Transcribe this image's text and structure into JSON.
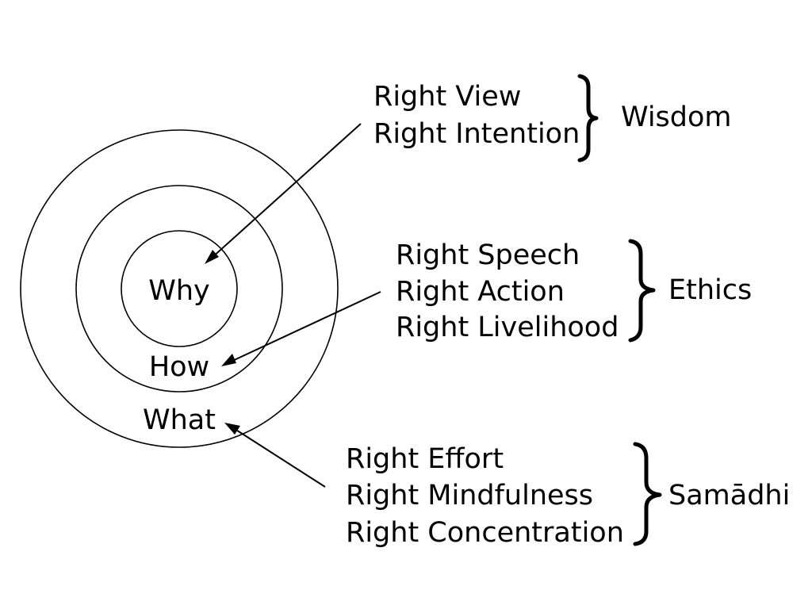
{
  "circles": {
    "inner_label": "Why",
    "middle_label": "How",
    "outer_label": "What"
  },
  "groups": [
    {
      "category": "Wisdom",
      "items": [
        "Right View",
        "Right Intention"
      ]
    },
    {
      "category": "Ethics",
      "items": [
        "Right Speech",
        "Right Action",
        "Right Livelihood"
      ]
    },
    {
      "category": "Samādhi",
      "items": [
        "Right Effort",
        "Right Mindfulness",
        "Right Concentration"
      ]
    }
  ]
}
